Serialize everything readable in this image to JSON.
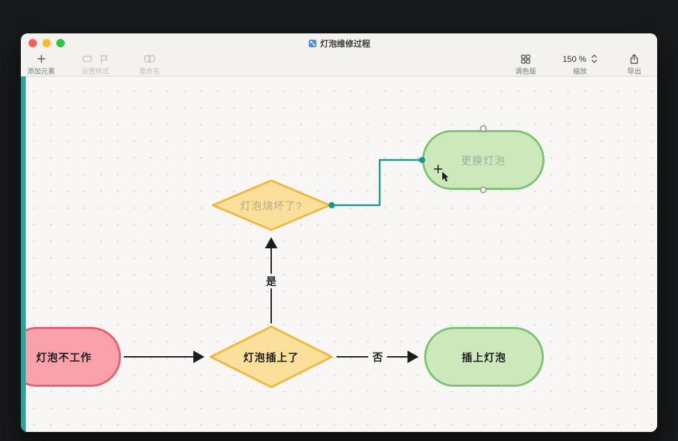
{
  "window": {
    "title": "灯泡维修过程"
  },
  "toolbar": {
    "add_element": {
      "label": "添加元素"
    },
    "set_style": {
      "label": "设置样式"
    },
    "rename": {
      "label": "重命名"
    },
    "palette": {
      "label": "调色版"
    },
    "zoom": {
      "value": "150 %",
      "label": "缩放"
    },
    "export": {
      "label": "导出"
    }
  },
  "diagram": {
    "nodes": [
      {
        "id": "replace-bulb",
        "label": "更换灯泡",
        "type": "terminal",
        "state": "selected"
      },
      {
        "id": "bulb-burned-out",
        "label": "灯泡烧坏了?",
        "type": "decision",
        "state": "linking"
      },
      {
        "id": "bulb-not-working",
        "label": "灯泡不工作",
        "type": "terminal",
        "state": "normal"
      },
      {
        "id": "bulb-plugged-in",
        "label": "灯泡插上了",
        "type": "decision",
        "state": "normal"
      },
      {
        "id": "plug-in-bulb",
        "label": "插上灯泡",
        "type": "terminal",
        "state": "normal"
      }
    ],
    "edge_labels": {
      "yes": "是",
      "no": "否"
    }
  },
  "icons": {
    "add_element": "plus",
    "set_style": [
      "rounded-rect-shape",
      "flag-pennant"
    ],
    "rename": "text-field",
    "palette": "grid-2x2-squares",
    "zoom_stepper": "chevrons-up-down",
    "export": "share-arrow-up",
    "title": "document",
    "cursor": "copy-crosshair"
  },
  "colors": {
    "accent_teal": "#12998c",
    "node_yellow_fill": "#fbe09c",
    "node_yellow_stroke": "#f3b73f",
    "node_green_fill": "#cde9bb",
    "node_green_stroke": "#7cc474",
    "node_red_fill": "#f9a2ab",
    "node_red_stroke": "#e85f70",
    "edge_black": "#1d1d1f",
    "canvas_bg": "#f8f7f5"
  }
}
